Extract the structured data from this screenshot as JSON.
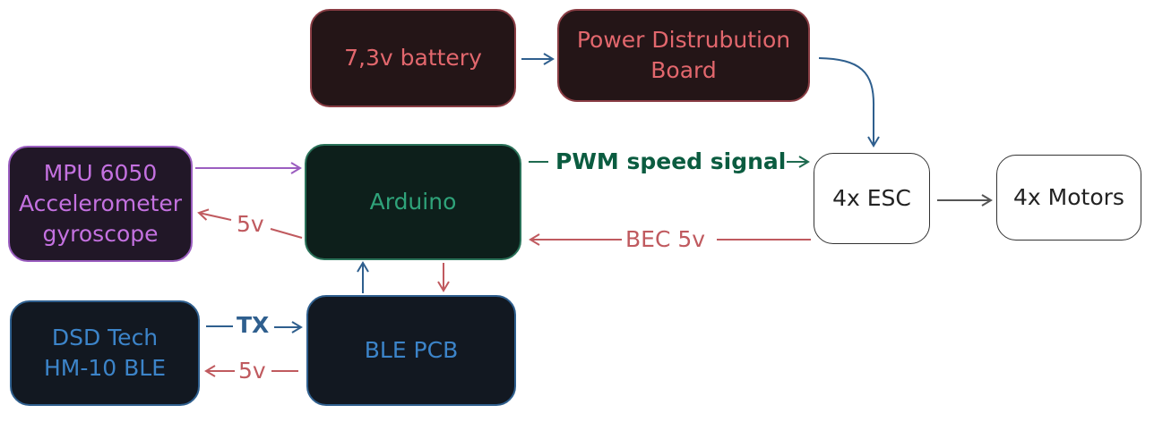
{
  "nodes": {
    "battery": {
      "label": "7,3v battery"
    },
    "pdb": {
      "label": "Power Distrubution\nBoard"
    },
    "mpu": {
      "label": "MPU 6050\nAccelerometer\ngyroscope"
    },
    "arduino": {
      "label": "Arduino"
    },
    "esc": {
      "label": "4x ESC"
    },
    "motors": {
      "label": "4x Motors"
    },
    "hm10": {
      "label": "DSD Tech\nHM-10 BLE"
    },
    "ble_pcb": {
      "label": "BLE PCB"
    }
  },
  "edges": {
    "pwm": {
      "label": "PWM speed signal"
    },
    "bec": {
      "label": "BEC 5v"
    },
    "mpu_5v": {
      "label": "5v"
    },
    "tx": {
      "label": "TX"
    },
    "hm10_5v": {
      "label": "5v"
    }
  },
  "colors": {
    "battery_fill": "#241517",
    "battery_text": "#e2676d",
    "pdb_fill": "#241517",
    "pdb_text": "#e2676d",
    "mpu_fill": "#211727",
    "mpu_text": "#c471e0",
    "arduino_fill": "#0d1f1b",
    "arduino_text": "#2fa37a",
    "ble_fill": "#121821",
    "ble_text": "#3c84c9",
    "blue_arrow": "#2f5f8e",
    "red_arrow": "#c05a5f",
    "purple_arrow": "#9b5ec0",
    "green_label": "#0b5c40"
  }
}
